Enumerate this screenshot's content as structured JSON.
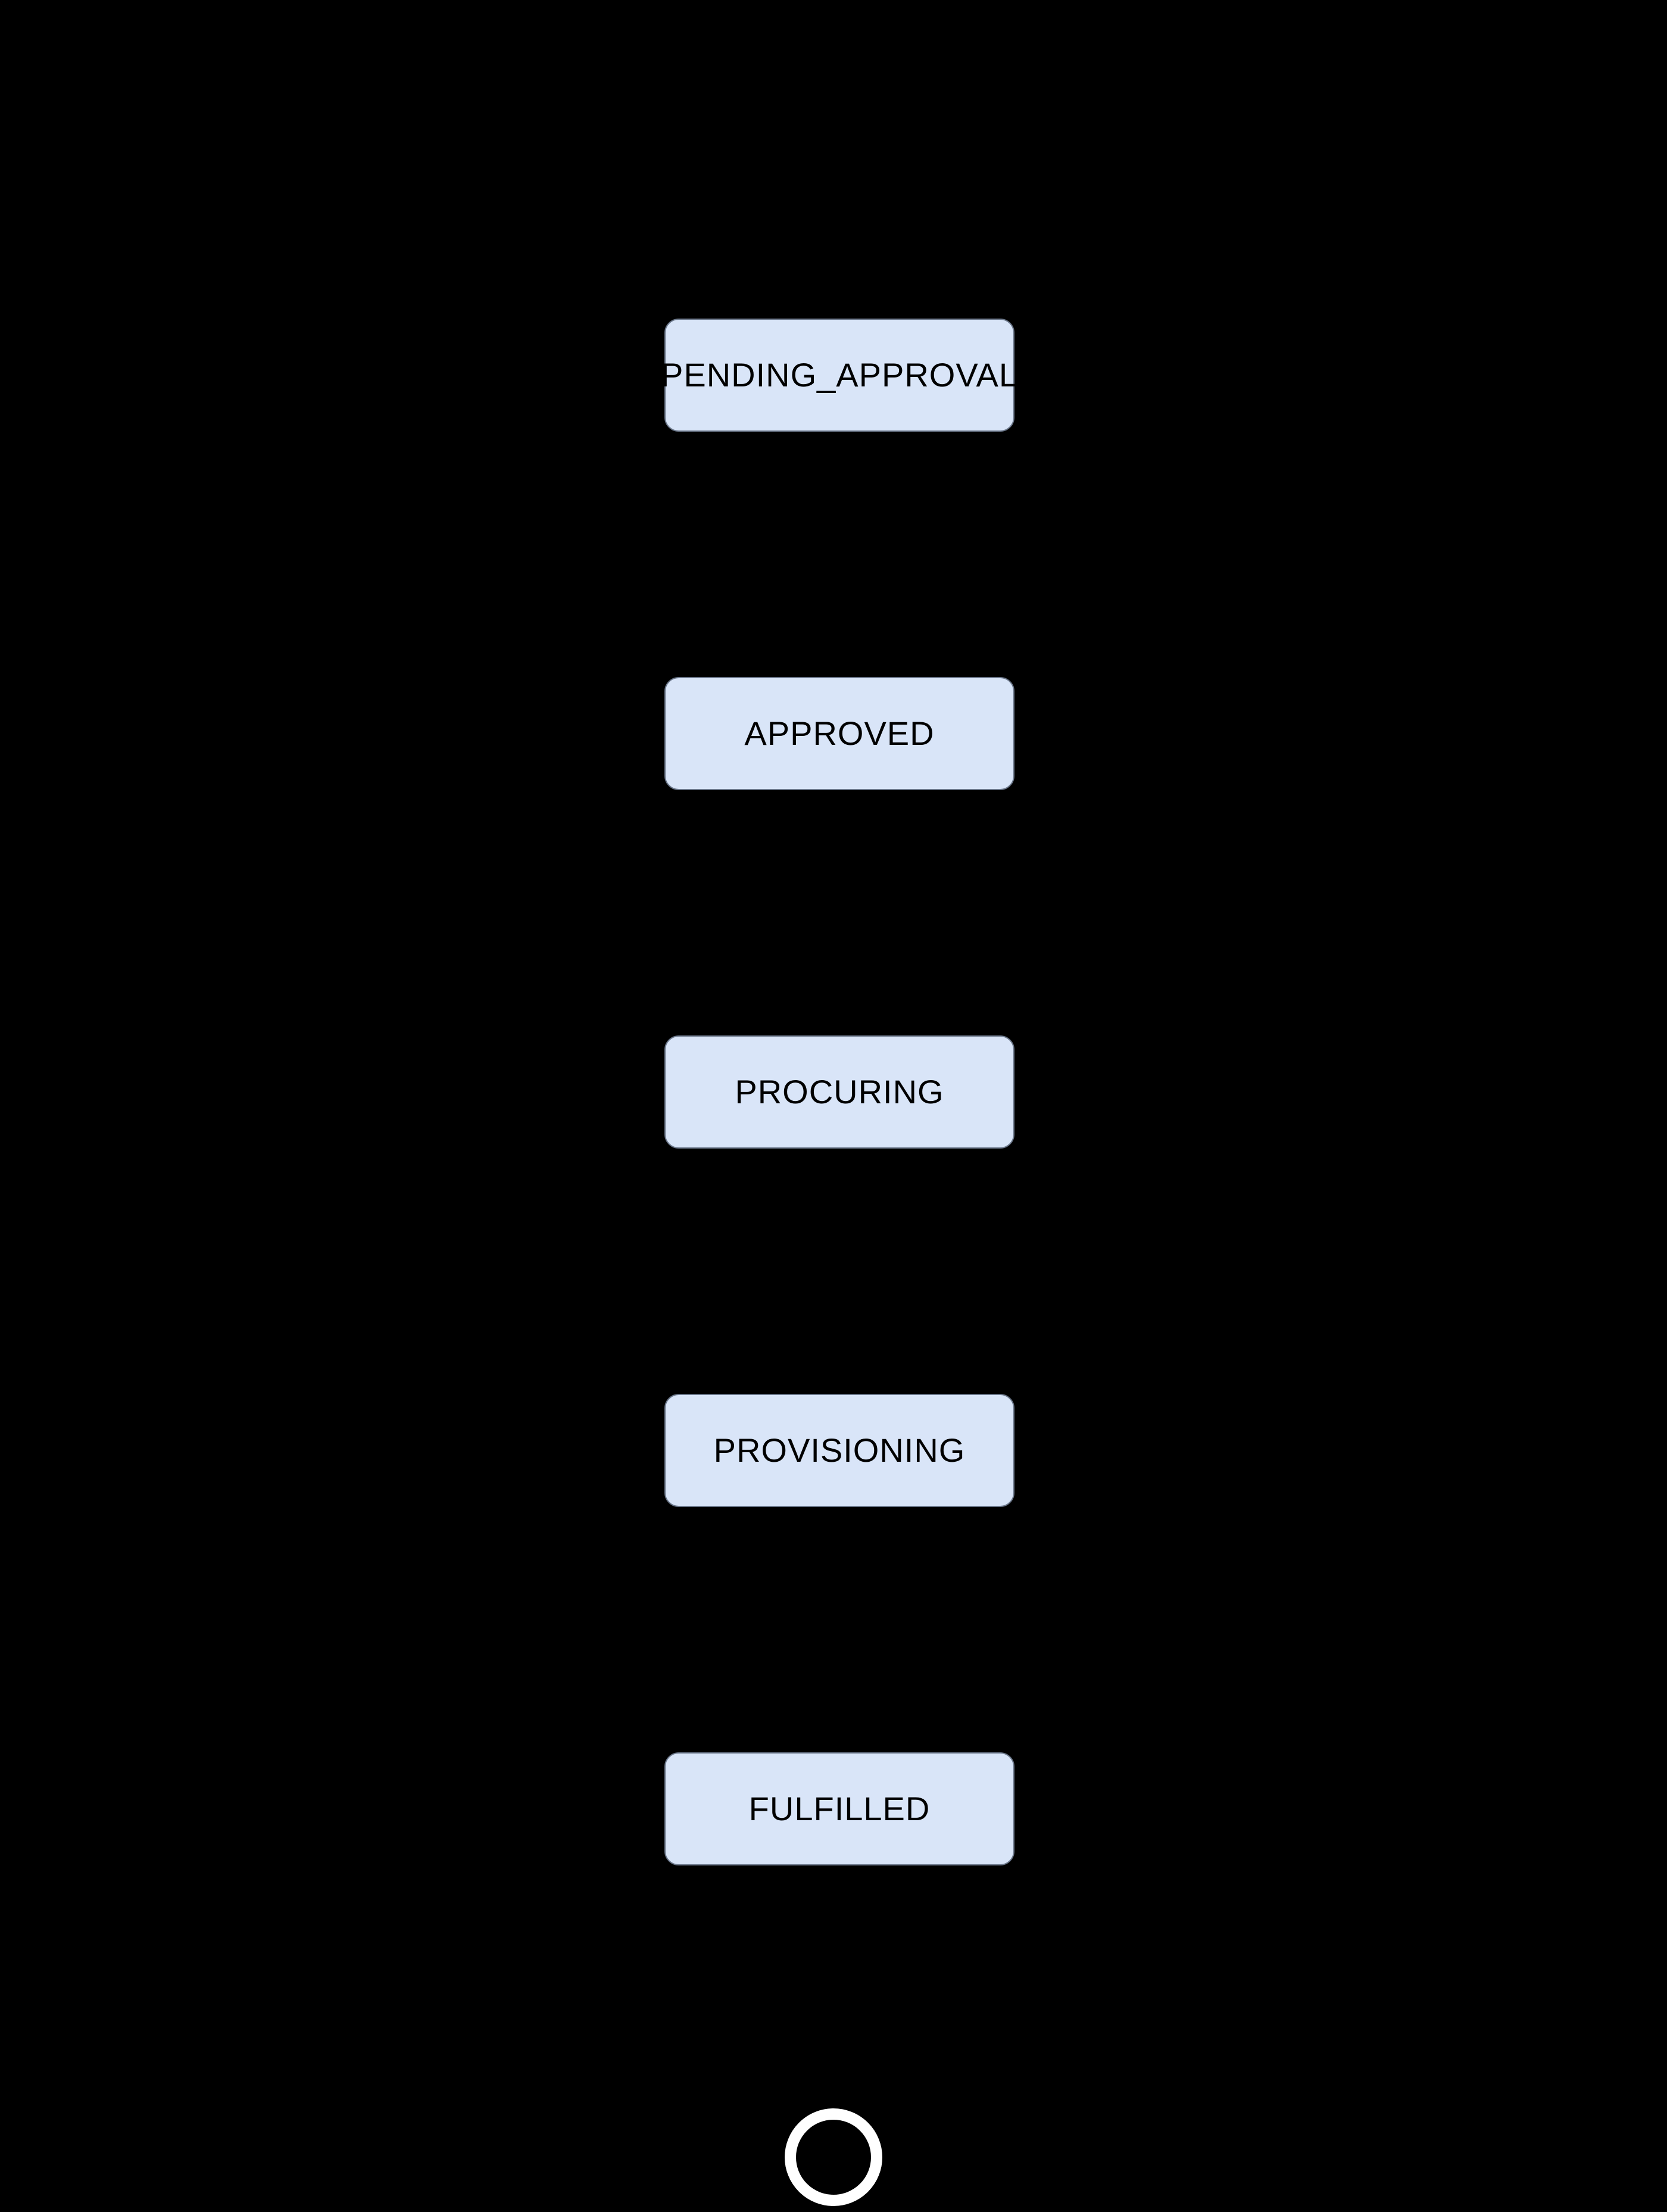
{
  "diagram": {
    "type": "state-flow",
    "background_color": "#000000",
    "node_style": {
      "fill": "#d9e5f8",
      "stroke": "#6a7689",
      "text_color": "#000000",
      "shape": "rounded-rectangle"
    },
    "nodes": [
      {
        "label": "PENDING_APPROVAL"
      },
      {
        "label": "APPROVED"
      },
      {
        "label": "PROCURING"
      },
      {
        "label": "PROVISIONING"
      },
      {
        "label": "FULFILLED"
      }
    ],
    "end_state": {
      "shape": "ring",
      "color": "#ffffff"
    }
  }
}
